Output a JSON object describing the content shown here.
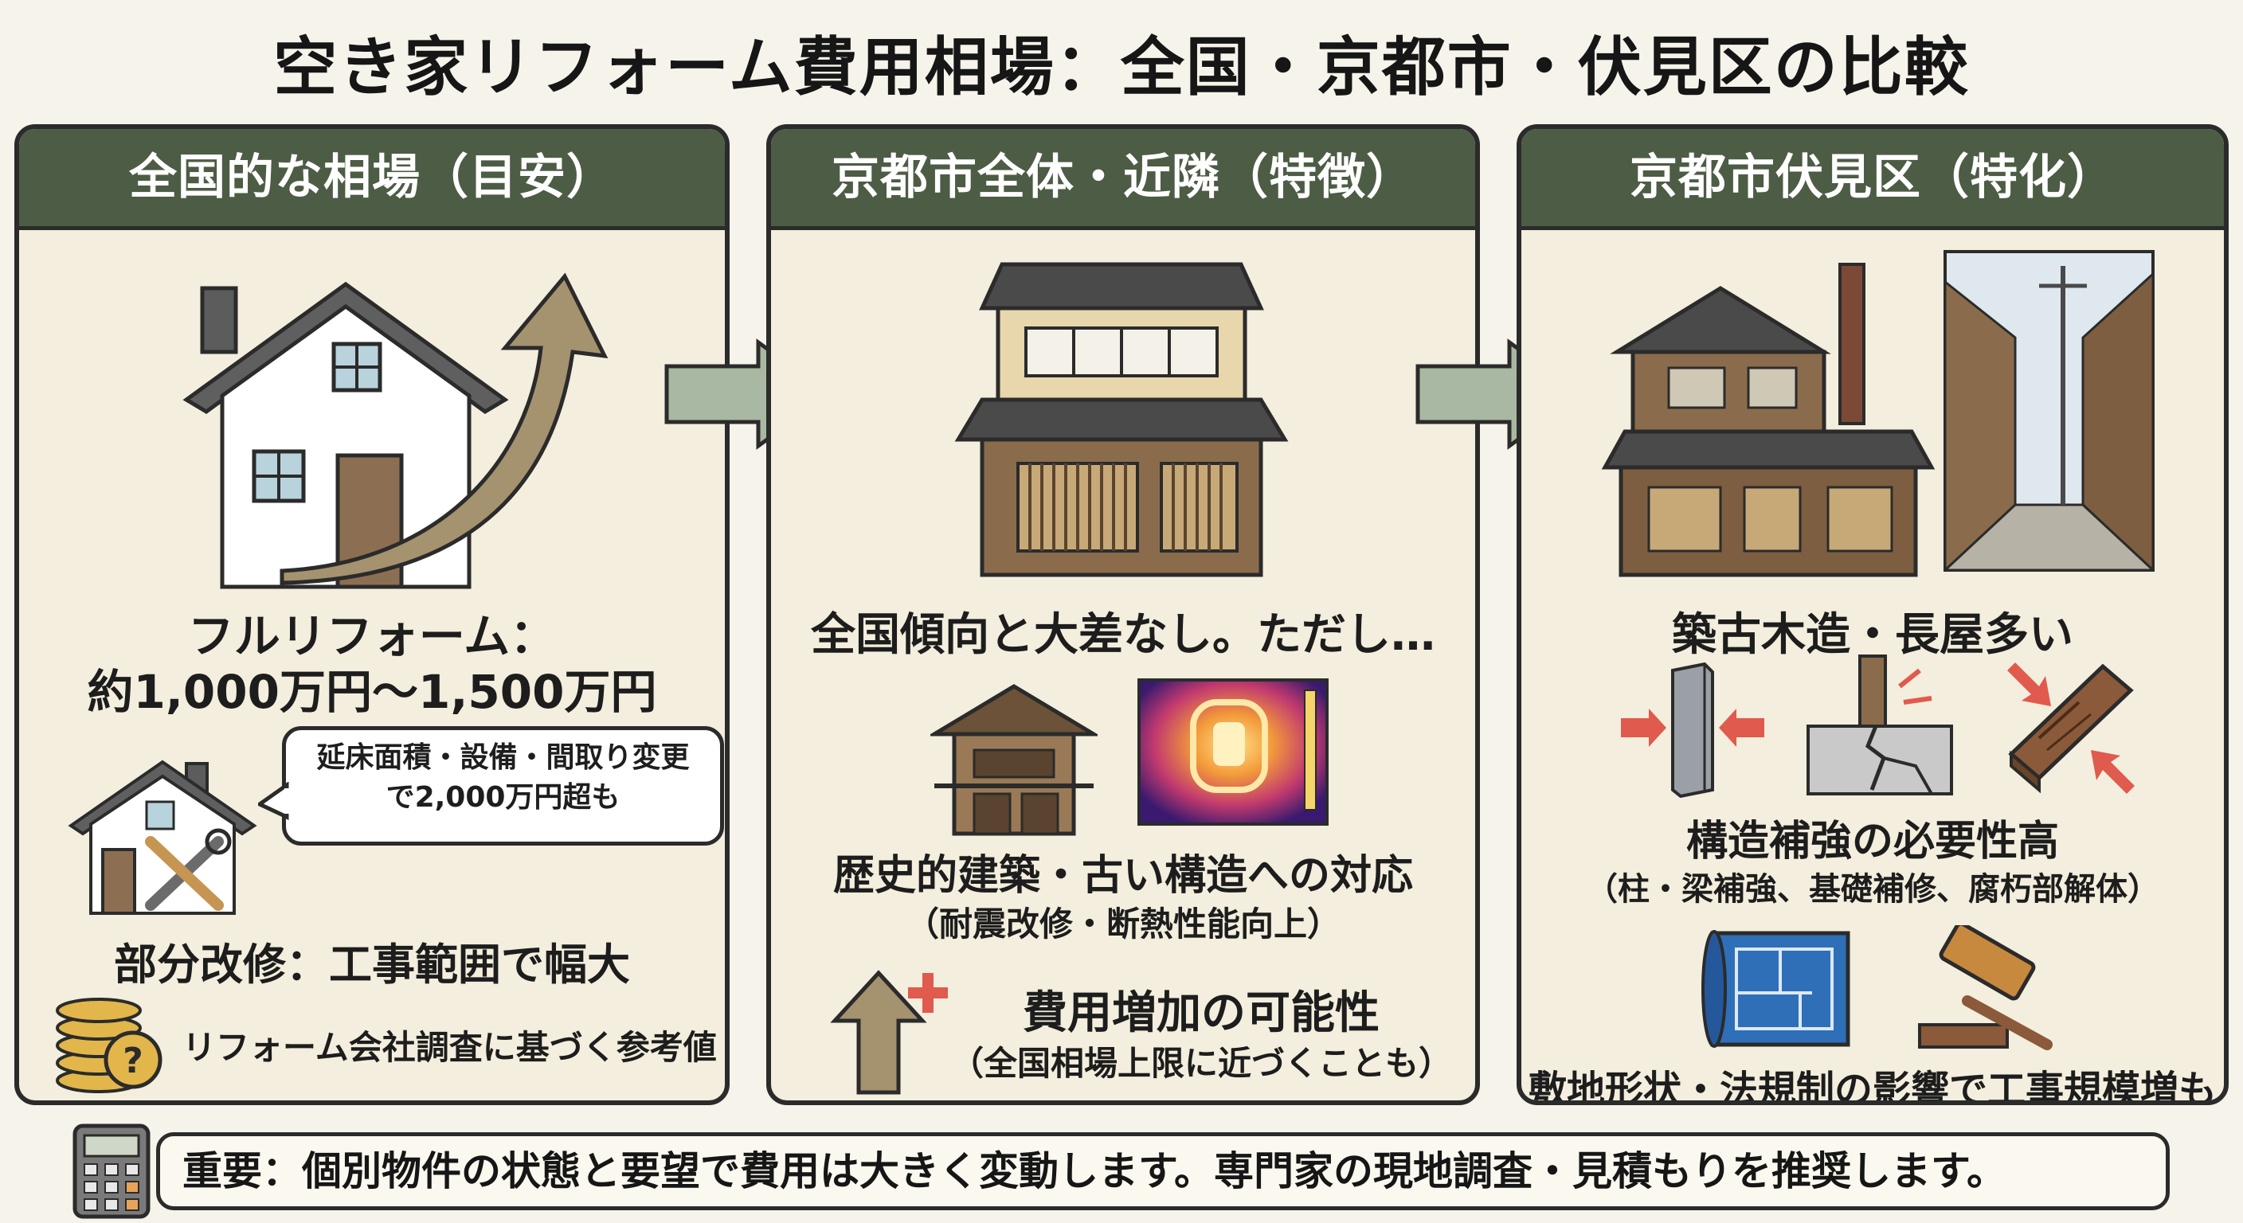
{
  "title": "空き家リフォーム費用相場：全国・京都市・伏見区の比較",
  "panels": [
    {
      "header": "全国的な相場（目安）",
      "full_label": "フルリフォーム：",
      "full_cost": "約1,000万円〜1,500万円",
      "bubble_line1": "延床面積・設備・間取り変更",
      "bubble_line2": "で2,000万円超も",
      "partial": "部分改修：工事範囲で幅大",
      "note": "リフォーム会社調査に基づく参考値"
    },
    {
      "header": "京都市全体・近隣（特徴）",
      "trend": "全国傾向と大差なし。ただし…",
      "historic": "歴史的建築・古い構造への対応",
      "historic_sub": "（耐震改修・断熱性能向上）",
      "increase": "費用増加の可能性",
      "increase_sub": "（全国相場上限に近づくことも）"
    },
    {
      "header": "京都市伏見区（特化）",
      "feature": "築古木造・長屋多い",
      "reinforce": "構造補強の必要性高",
      "reinforce_sub": "（柱・梁補強、基礎補修、腐朽部解体）",
      "site": "敷地形状・法規制の影響で工事規模増も"
    }
  ],
  "bottom_note": "重要：個別物件の状態と要望で費用は大きく変動します。専門家の現地調査・見積もりを推奨します。",
  "colors": {
    "header_bg": "#4d5c45",
    "panel_bg": "#f3eedd",
    "arrow": "#a9b8a2",
    "accent_red": "#e05a4e"
  }
}
